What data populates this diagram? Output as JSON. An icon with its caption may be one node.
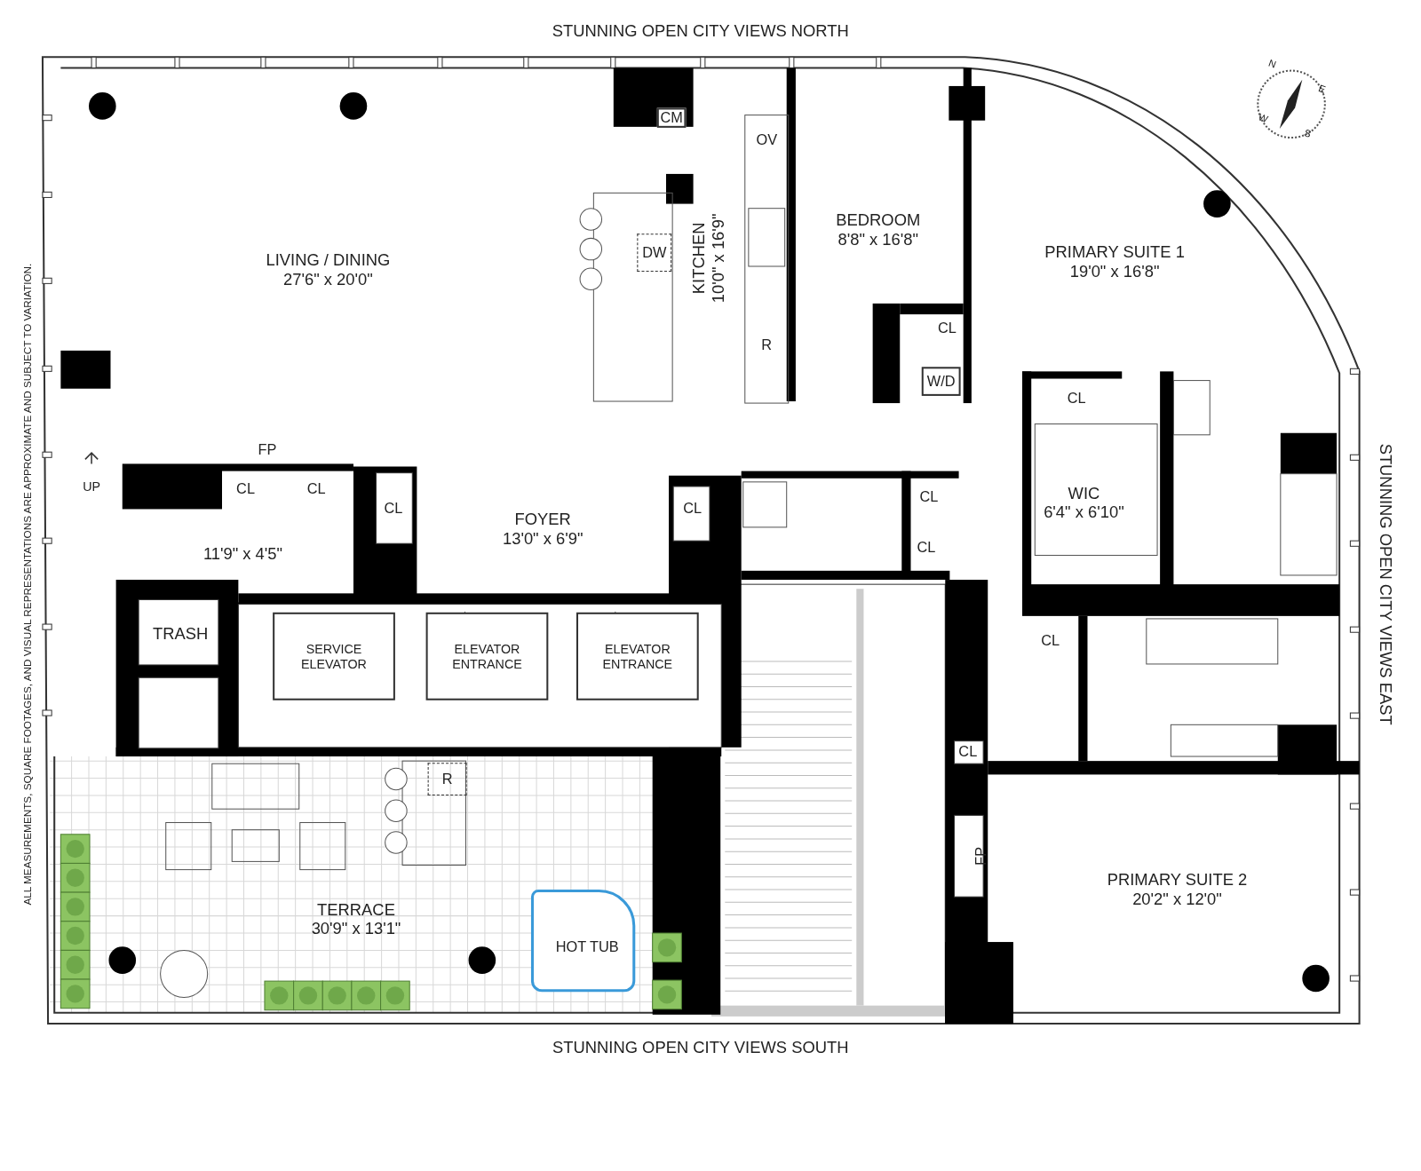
{
  "diagram": {
    "nodes": [
      {
        "text": [
          "LIVING / DINING",
          "27'6\" x 20'0\""
        ]
      },
      {
        "text": [
          "CM"
        ]
      },
      {
        "text": [
          "OV"
        ]
      },
      {
        "text": [
          "DW"
        ]
      },
      {
        "text": [
          "KITCHEN",
          "10'0\" x 16'9\""
        ]
      },
      {
        "text": [
          "BEDROOM",
          "8'8\" x 16'8\""
        ]
      },
      {
        "text": [
          "PRIMARY SUITE 1",
          "19'0\" x 16'8\""
        ]
      },
      {
        "text": [
          "R"
        ]
      },
      {
        "text": [
          "CL"
        ]
      },
      {
        "text": [
          "W/D"
        ]
      },
      {
        "text": [
          "CL"
        ]
      },
      {
        "text": [
          "FP"
        ]
      },
      {
        "text": [
          "CL"
        ]
      },
      {
        "text": [
          "CL"
        ]
      },
      {
        "text": [
          "CL"
        ]
      },
      {
        "text": [
          "CL"
        ]
      },
      {
        "text": [
          "CL"
        ]
      },
      {
        "text": [
          "WIC",
          "6'4\" x 6'10\""
        ]
      },
      {
        "text": [
          "FOYER",
          "13'0\" x 6'9\""
        ]
      },
      {
        "text": [
          "11'9\" x 4'5\""
        ]
      },
      {
        "text": [
          "CL"
        ]
      },
      {
        "text": [
          "TRASH"
        ]
      },
      {
        "text": [
          "SERVICE ELEVATOR"
        ]
      },
      {
        "text": [
          "ELEVATOR ENTRANCE"
        ]
      },
      {
        "text": [
          "ELEVATOR ENTRANCE"
        ]
      },
      {
        "text": [
          "CL"
        ]
      },
      {
        "text": [
          "CL"
        ]
      },
      {
        "text": [
          "TERRACE",
          "30'9\" x 13'1\""
        ]
      },
      {
        "text": [
          "R"
        ],
        "in": 27
      },
      {
        "text": [
          "FP"
        ]
      },
      {
        "text": [
          "PRIMARY SUITE 2",
          "20'2\" x 12'0\""
        ]
      },
      {
        "text": [
          "HOT TUB"
        ],
        "in": 27
      }
    ],
    "labels": [
      "STUNNING OPEN CITY VIEWS NORTH",
      "N",
      "W",
      "E",
      "S",
      "ALL MEASUREMENTS, SQUARE FOOTAGES, AND VISUAL REPRESENTATIONS ARE APPROXIMATE AND SUBJECT TO VARIATION.",
      "UP",
      "STUNNING OPEN CITY VIEWS EAST",
      "STUNNING OPEN CITY VIEWS SOUTH"
    ]
  }
}
